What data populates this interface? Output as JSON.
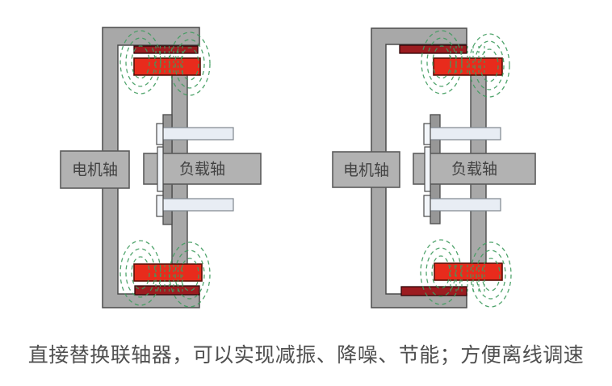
{
  "figure": {
    "caption": "直接替换联轴器，可以实现减振、降噪、节能；方便离线调速",
    "left_diagram": {
      "motor_shaft_label": "电机轴",
      "load_shaft_label": "负载轴"
    },
    "right_diagram": {
      "motor_shaft_label": "电机轴",
      "load_shaft_label": "负载轴"
    },
    "colors": {
      "bracket_gray": "#a8a8a8",
      "label_box_gray": "#b2b2b2",
      "flange_gray": "#979797",
      "magnet_bright_red": "#e82b1c",
      "magnet_dark_red": "#9c1c20",
      "bolt_light": "#e8edf4",
      "bolt_head_light": "#f3f6fa",
      "field_line_green": "#3f9b5e",
      "outline": "#4b4b4b",
      "caption_text": "#4f4f4f",
      "label_text": "#424242"
    }
  }
}
